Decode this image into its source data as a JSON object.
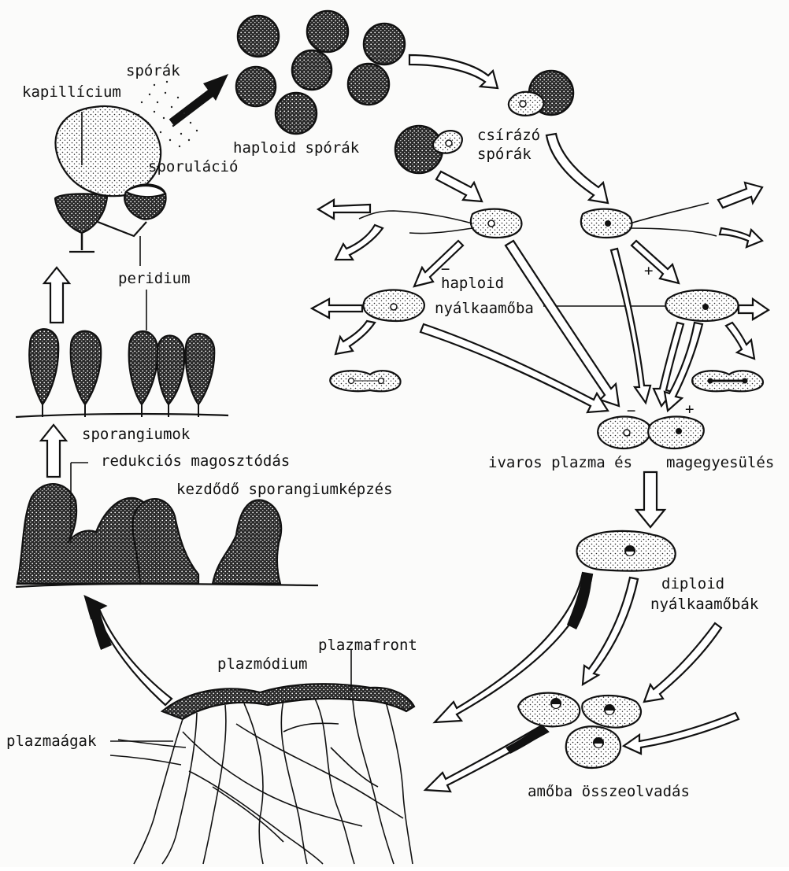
{
  "labels": {
    "kapillicium": "kapillícium",
    "sporak": "spórák",
    "sporulacio": "sporuláció",
    "haploid_sporak": "haploid spórák",
    "csirazo_line1": "csírázó",
    "csirazo_line2": "spórák",
    "peridium": "peridium",
    "haploid_line1": "haploid",
    "haploid_line2": "nyálkaamőba",
    "minus_sign": "−",
    "plus_sign": "+",
    "sporangiumok": "sporangiumok",
    "redukcios": "redukciós magosztódás",
    "kezdodo": "kezdődő sporangiumképzés",
    "ivaros_left": "ivaros plazma és",
    "ivaros_right": "magegyesülés",
    "diploid_line1": "diploid",
    "diploid_line2": "nyálkaamőbák",
    "plazmafront": "plazmafront",
    "plazmodium": "plazmódium",
    "plazmaagak": "plazmaágak",
    "amoba_osszeolvadas": "amőba összeolvadás"
  },
  "colors": {
    "ink": "#111111",
    "paper": "#fbfbfa"
  }
}
